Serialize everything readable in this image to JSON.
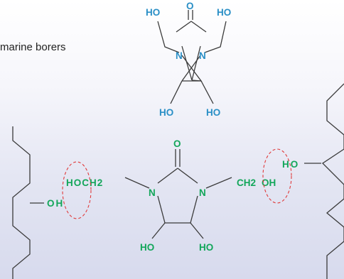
{
  "caption": "marine borers",
  "colors": {
    "blue": "#2a8fc6",
    "green": "#13a65a",
    "highlight": "#e03a3a"
  },
  "top_molecule": {
    "carbonyl_o": "O",
    "left_ho": "HO",
    "right_ho": "HO",
    "n_left": "N",
    "n_right": "N",
    "bottom_left_ho": "HO",
    "bottom_right_ho": "HO"
  },
  "bottom_molecule": {
    "carbonyl_o": "O",
    "n_left": "N",
    "n_right": "N",
    "left_group": "HOCH2",
    "right_group_a": "CH2",
    "right_group_b": "OH",
    "bottom_left_ho": "HO",
    "bottom_right_ho": "HO"
  },
  "left_chain": {
    "oh": "OH"
  },
  "right_chain": {
    "ho": "HO"
  }
}
